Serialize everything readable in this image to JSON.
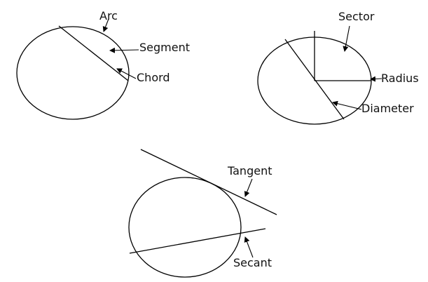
{
  "labels": {
    "arc": "Arc",
    "segment": "Segment",
    "chord": "Chord",
    "sector": "Sector",
    "radius": "Radius",
    "diameter": "Diameter",
    "tangent": "Tangent",
    "secant": "Secant"
  },
  "colors": {
    "stroke": "#000000",
    "text": "#111111",
    "background": "#ffffff"
  }
}
